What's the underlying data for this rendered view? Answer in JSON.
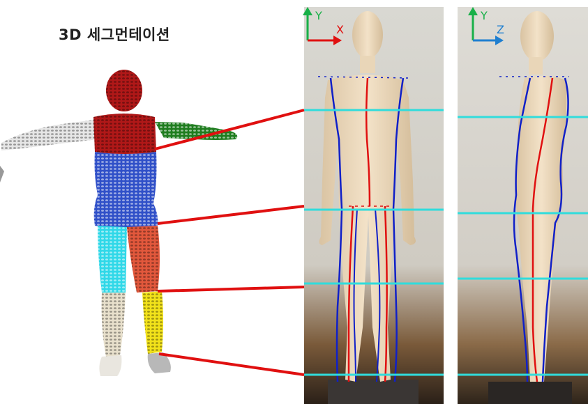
{
  "title": "3D 세그먼테이션",
  "front_view": {
    "axis_vertical": "Y",
    "axis_horizontal": "X"
  },
  "side_view": {
    "axis_vertical": "Y",
    "axis_horizontal": "Z"
  },
  "segments": [
    {
      "name": "head",
      "color": "#b01818"
    },
    {
      "name": "chest",
      "color": "#b01818"
    },
    {
      "name": "torso",
      "color": "#3050c8"
    },
    {
      "name": "left-arm",
      "color": "#1f7d1f"
    },
    {
      "name": "right-arm",
      "color": "#cfcfcf"
    },
    {
      "name": "thigh-right",
      "color": "#30d8e8"
    },
    {
      "name": "thigh-left",
      "color": "#e2583c"
    },
    {
      "name": "shin-right",
      "color": "#e8e0cc"
    },
    {
      "name": "shin-left",
      "color": "#f2e21a"
    }
  ],
  "colors": {
    "contour": "#1020c8",
    "center_line": "#e01010",
    "level_line": "#30dcdc",
    "connector": "#e01010",
    "mannequin": "#efdcc0",
    "backdrop": "#dcdad3"
  }
}
